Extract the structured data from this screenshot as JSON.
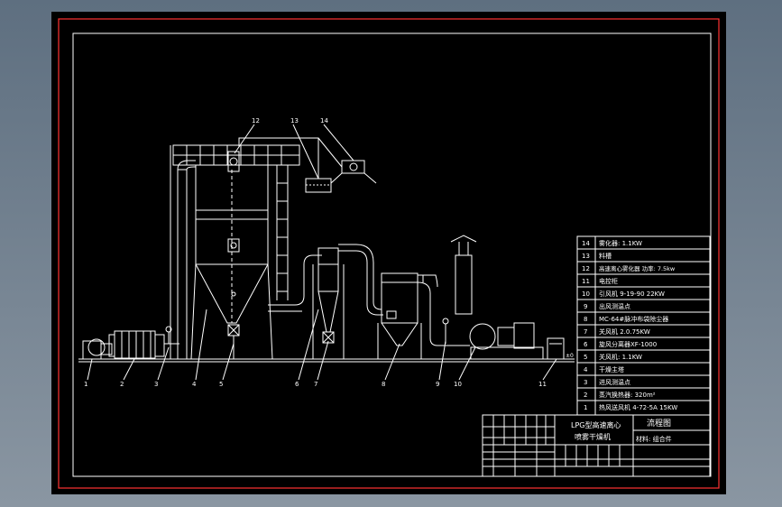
{
  "colors": {
    "background": "#000000",
    "line": "#ffffff",
    "frame": "#ff0000"
  },
  "callouts": [
    "1",
    "2",
    "3",
    "4",
    "5",
    "6",
    "7",
    "8",
    "9",
    "10",
    "11",
    "12",
    "13",
    "14"
  ],
  "floor_label": "±0",
  "parts": [
    {
      "no": "14",
      "desc": "雾化器: 1.1KW"
    },
    {
      "no": "13",
      "desc": "料槽"
    },
    {
      "no": "12",
      "desc": "高速离心雾化器  功率: 7.5kw"
    },
    {
      "no": "11",
      "desc": "电控柜"
    },
    {
      "no": "10",
      "desc": "引风机  9-19-90  22KW"
    },
    {
      "no": "9",
      "desc": "出风测温点"
    },
    {
      "no": "8",
      "desc": "MC-64#脉冲布袋除尘器"
    },
    {
      "no": "7",
      "desc": "关风机 2.0.75KW"
    },
    {
      "no": "6",
      "desc": "旋风分离器XF-1000"
    },
    {
      "no": "5",
      "desc": "关风机: 1.1KW"
    },
    {
      "no": "4",
      "desc": "干燥主塔"
    },
    {
      "no": "3",
      "desc": "进风测温点"
    },
    {
      "no": "2",
      "desc": "蒸汽换热器: 320m²"
    },
    {
      "no": "1",
      "desc": "热风送风机  4-72-5A  15KW"
    }
  ],
  "title_block": {
    "product_line1": "LPG型高速离心",
    "product_line2": "喷雾干燥机",
    "drawing_name": "流程图",
    "material": "材料: 组合件"
  }
}
